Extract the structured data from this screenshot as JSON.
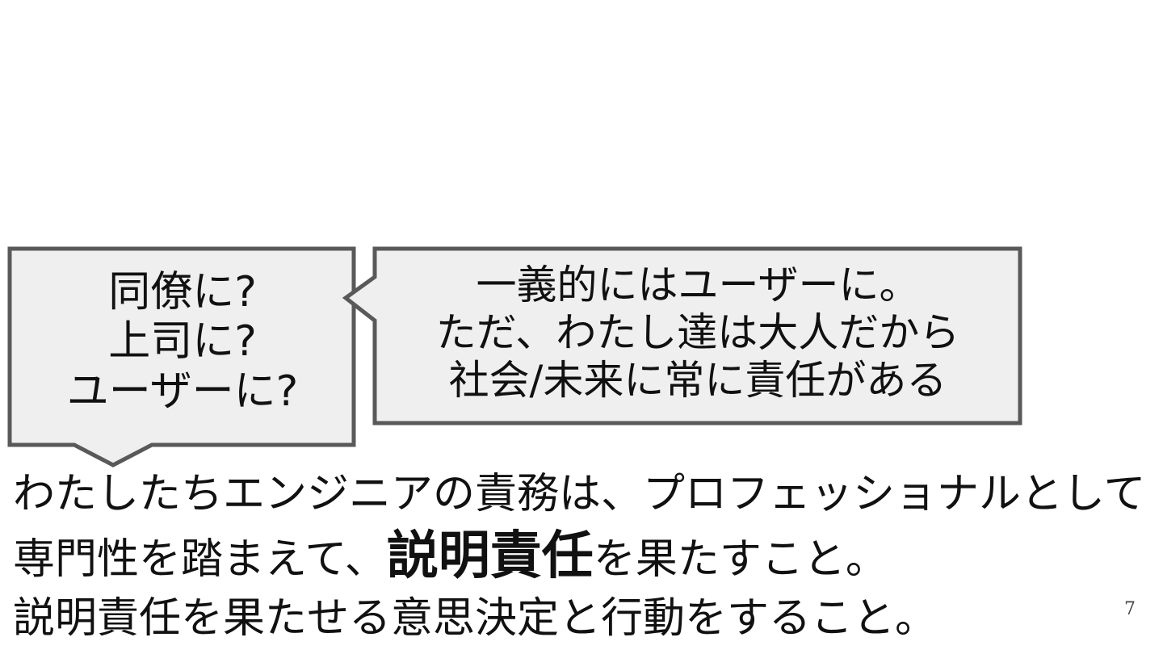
{
  "callout_left": {
    "lines": [
      "同僚に?",
      "上司に?",
      "ユーザーに?"
    ]
  },
  "callout_right": {
    "lines": [
      "一義的にはユーザーに。",
      "ただ、わたし達は大人だから",
      "社会/未来に常に責任がある"
    ]
  },
  "body": {
    "line1": "わたしたちエンジニアの責務は、プロフェッショナルとして",
    "line2_prefix": "専門性を踏まえて、",
    "line2_emphasis": "説明責任",
    "line2_suffix": "を果たすこと。",
    "line3": "説明責任を果たせる意思決定と行動をすること。"
  },
  "page_number": "7",
  "colors": {
    "bubble_fill": "#efefef",
    "bubble_border": "#595959",
    "text": "#111111"
  }
}
